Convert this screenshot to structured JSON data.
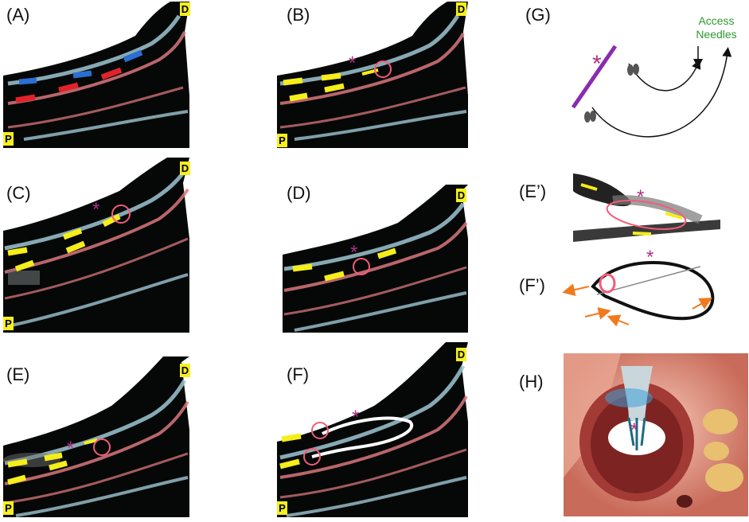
{
  "panels": {
    "a": "(A)",
    "b": "(B)",
    "c": "(C)",
    "d": "(D)",
    "e": "(E)",
    "f": "(F)",
    "g": "(G)",
    "e_prime": "(E’)",
    "f_prime": "(F’)",
    "h": "(H)"
  },
  "orientation": {
    "distal": "D",
    "proximal": "P"
  },
  "access_needles": {
    "line1": "Access",
    "line2": "Needles"
  },
  "marker_symbol": "*",
  "colors": {
    "vein": "#9fc6d2",
    "artery": "#d9777b",
    "flow_yellow": "#f5ee1a",
    "flow_blue": "#2a6fd1",
    "flow_red": "#e0232a",
    "marker": "#b0308a",
    "ring": "#f25c78",
    "guidewire_loop": "#ffffff",
    "purple_bar": "#8a2bb0",
    "access_text": "#2e9a2e",
    "orange_arrow": "#f07a1e"
  }
}
